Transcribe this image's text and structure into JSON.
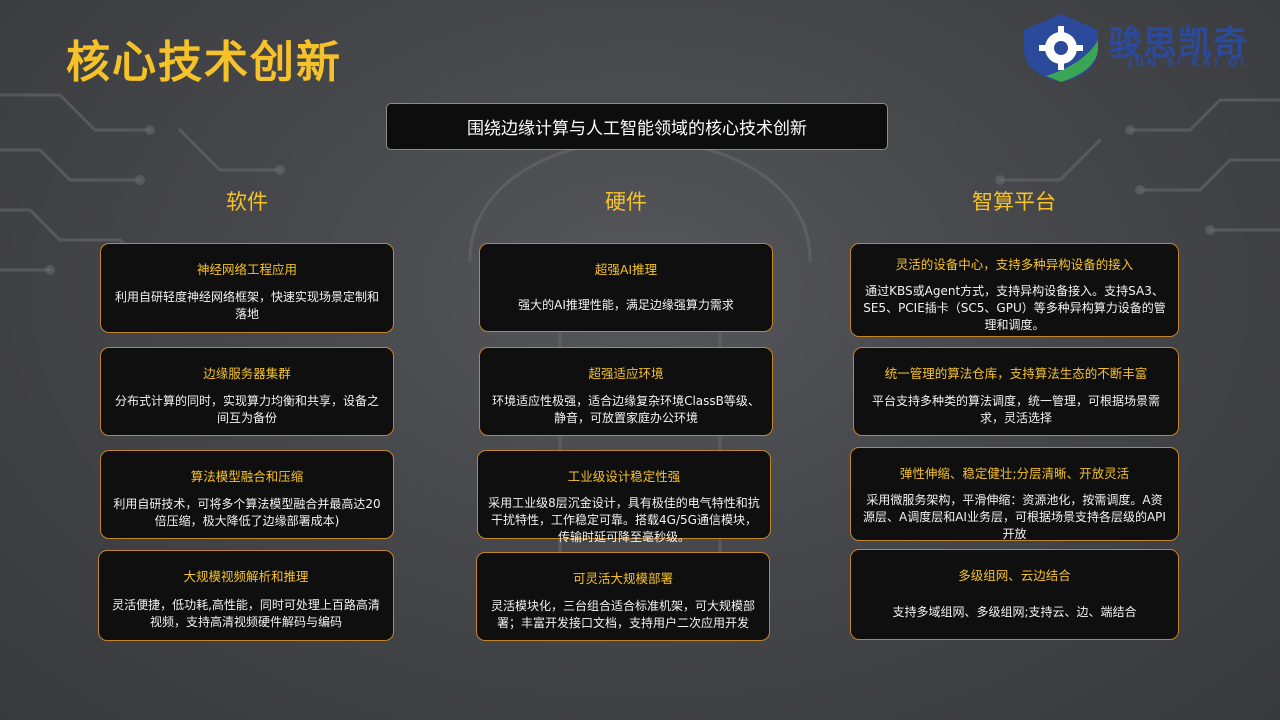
{
  "slide": {
    "title": "核心技术创新",
    "subtitle": "围绕边缘计算与人工智能领域的核心技术创新"
  },
  "logo": {
    "name": "骏思凯奇",
    "subtitle": "JUN SI KAI QI",
    "colors": {
      "blue": "#2b4a9c",
      "green": "#3aa655"
    }
  },
  "theme": {
    "accent": "#f6c229",
    "card_border": "#c2852b",
    "card_fill": "#0f0f10"
  },
  "columns": [
    {
      "heading": "软件",
      "cards": [
        {
          "title": "神经网络工程应用",
          "body": "利用自研轻度神经网络框架，快速实现场景定制和落地"
        },
        {
          "title": "边缘服务器集群",
          "body": "分布式计算的同时，实现算力均衡和共享，设备之间互为备份"
        },
        {
          "title": "算法模型融合和压缩",
          "body": "利用自研技术，可将多个算法模型融合并最高达20倍压缩，极大降低了边缘部署成本)"
        },
        {
          "title": "大规模视频解析和推理",
          "body": "灵活便捷，低功耗,高性能，同时可处理上百路高清视频，支持高清视频硬件解码与编码"
        }
      ]
    },
    {
      "heading": "硬件",
      "cards": [
        {
          "title": "超强AI推理",
          "body": "强大的AI推理性能，满足边缘强算力需求"
        },
        {
          "title": "超强适应环境",
          "body": "环境适应性极强，适合边缘复杂环境ClassB等级、静音，可放置家庭办公环境"
        },
        {
          "title": "工业级设计稳定性强",
          "body": "采用工业级8层沉金设计，具有极佳的电气特性和抗干扰特性，工作稳定可靠。搭载4G/5G通信模块，传输时延可降至毫秒级。"
        },
        {
          "title": "可灵活大规模部署",
          "body": "灵活模块化，三台组合适合标准机架，可大规模部署；丰富开发接口文档，支持用户二次应用开发"
        }
      ]
    },
    {
      "heading": "智算平台",
      "cards": [
        {
          "title": "灵活的设备中心，支持多种异构设备的接入",
          "body": "通过KBS或Agent方式，支持异构设备接入。支持SA3、SE5、PCIE插卡（SC5、GPU）等多种异构算力设备的管理和调度。"
        },
        {
          "title": "统一管理的算法仓库，支持算法生态的不断丰富",
          "body": "平台支持多种类的算法调度，统一管理，可根据场景需求，灵活选择"
        },
        {
          "title": "弹性伸缩、稳定健壮;分层清晰、开放灵活",
          "body": "采用微服务架构，平滑伸缩：资源池化，按需调度。A资源层、A调度层和AI业务层，可根据场景支持各层级的API开放"
        },
        {
          "title": "多级组网、云边结合",
          "body": "支持多域组网、多级组网;支持云、边、端结合"
        }
      ]
    }
  ]
}
